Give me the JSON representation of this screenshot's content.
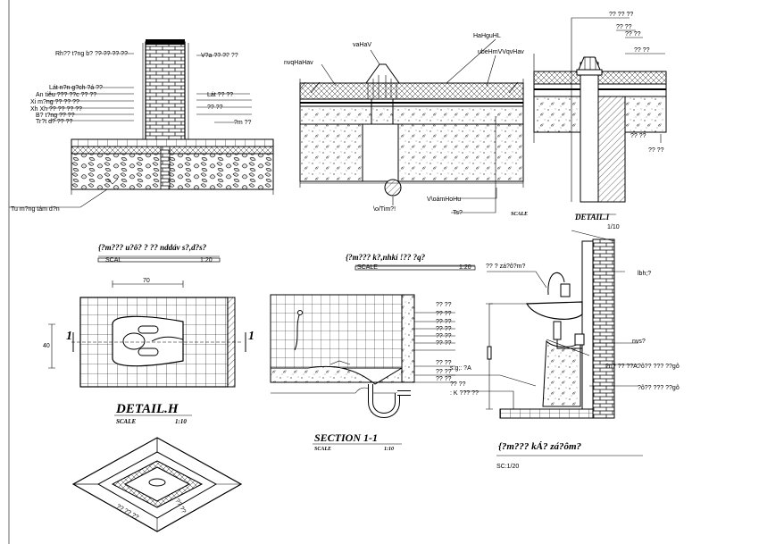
{
  "detail_wall": {
    "labels": [
      "Rh?? t?ng b? ?? ?? ?? ??",
      "Lát n?n g?ch ?á ??",
      "An tiêu ??? ??c ?? ??",
      "Xi m?ng ?? ?? ??",
      "Xh Xh ?? ?? ?? ??",
      "B? t?ng ?? ??",
      "Tr?t d? ?? ??",
      "V?a ?? ?? ??",
      "Lát ?? ??",
      "?? ??",
      "?m ??",
      "Tu m?ng tám d?n"
    ]
  },
  "detail_drain": {
    "labels": [
      "vaHaV",
      "HaHguHL",
      "nvqHaHav",
      "ubeHmVVqvHav",
      "V\\oámHoHu",
      "\\o/Tim?!",
      "Ts?"
    ],
    "scale": "SCALE"
  },
  "detail_i": {
    "title": "DETAIL.I",
    "scale": "1/10",
    "labels": [
      "?? ?? ??",
      "?? ??",
      "?? ??",
      "?? ??",
      "?? ??",
      "?? ??"
    ]
  },
  "floor_plan": {
    "heading": "{?m??? u?ô? ? ?? nddáv s?,d?s?",
    "scale_bar": [
      "SCAL",
      "1:20"
    ],
    "dim_width": "70",
    "dim_height": "40",
    "section_marks": [
      "1",
      "1"
    ],
    "title": "DETAIL.H",
    "scale_label": "SCALE",
    "scale_value": "1:10"
  },
  "section": {
    "heading": "{?m??? k?,nhkí !?? ?q?",
    "scale_bar": [
      "SCALE",
      "1:20"
    ],
    "title": "SECTION 1-1",
    "scale_label": "SCALE",
    "scale_value": "1:10",
    "labels": [
      "?? ??",
      "?? ??",
      "?? ??",
      "?? ??",
      "?? ??",
      "?? ??",
      "?? ??",
      "?? ??",
      "?? ??"
    ]
  },
  "sink": {
    "labels": [
      "?? ? zá?ô?m?",
      "lbh;?",
      "nvs?",
      "s.g;: ?A",
      "?n? ?? ??A.",
      "?ô?? ??? ??gô",
      "?ô?? ??? ??gô",
      "?? ??",
      ": K ??? ??"
    ],
    "title": "{?m??? kÁ? zá?ôm?",
    "scale": "SC:1/20"
  },
  "drain_3d": {
    "labels": [
      "?? ?? ??",
      "?? ??"
    ]
  }
}
